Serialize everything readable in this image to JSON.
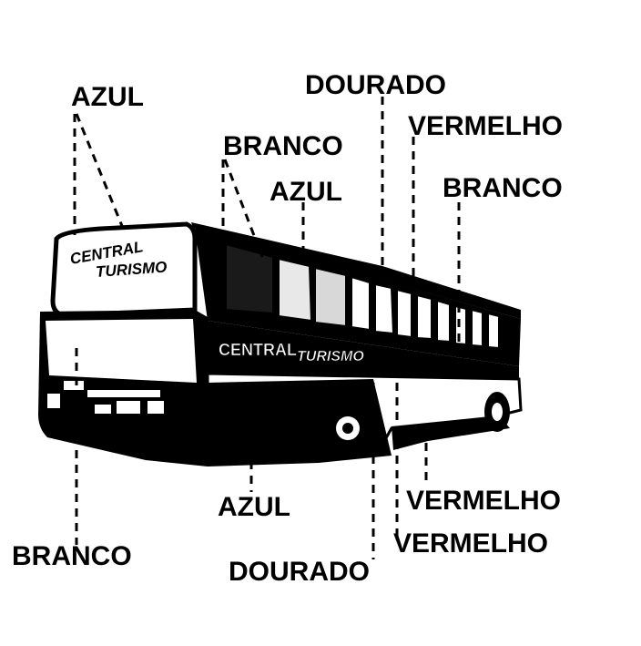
{
  "colors": {
    "ink": "#000000",
    "paper": "#ffffff"
  },
  "bus": {
    "rear_logo_line1": "CENTRAL",
    "rear_logo_line2": "TURISMO",
    "side_logo_line1": "CENTRAL",
    "side_logo_line2": "TURISMO"
  },
  "labels": {
    "azul_top_left": "AZUL",
    "dourado_top": "DOURADO",
    "vermelho_top": "VERMELHO",
    "branco_upper": "BRANCO",
    "azul_upper": "AZUL",
    "branco_right": "BRANCO",
    "vermelho_lower_right": "VERMELHO",
    "azul_bottom": "AZUL",
    "vermelho_bottom": "VERMELHO",
    "branco_bottom_left": "BRANCO",
    "dourado_bottom": "DOURADO"
  }
}
